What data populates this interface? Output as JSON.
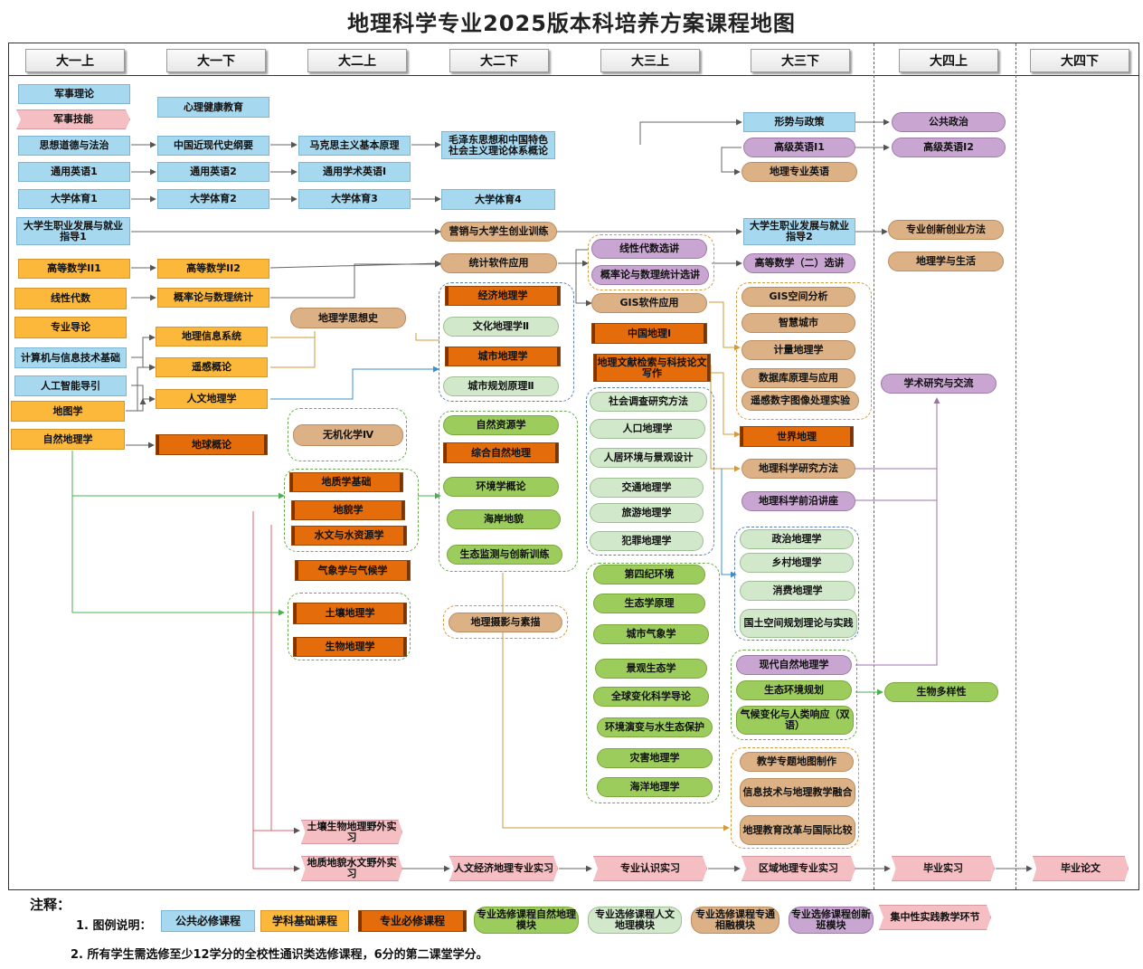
{
  "title": "地理科学专业2025版本科培养方案课程地图",
  "semesters": [
    "大一上",
    "大一下",
    "大二上",
    "大二下",
    "大三上",
    "大三下",
    "大四上",
    "大四下"
  ],
  "colors": {
    "public_required": "#a6d8ef",
    "discipline_basic": "#fbb83a",
    "major_required": "#e46c0a",
    "elective_natural": "#9ccc5c",
    "elective_human": "#d2e8cb",
    "elective_normal": "#dbb185",
    "elective_innovation": "#c9a6d2",
    "practice": "#f5bec2"
  },
  "courses": {
    "c1": "军事理论",
    "c2": "军事技能",
    "c3": "心理健康教育",
    "c4": "思想道德与法治",
    "c5": "中国近现代史纲要",
    "c6": "马克思主义基本原理",
    "c7": "毛泽东思想和中国特色社会主义理论体系概论",
    "c8": "形势与政策",
    "c9": "公共政治",
    "c10": "高级英语I1",
    "c11": "高级英语I2",
    "c12": "地理专业英语",
    "c13": "通用英语1",
    "c14": "通用英语2",
    "c15": "通用学术英语I",
    "c16": "大学体育1",
    "c17": "大学体育2",
    "c18": "大学体育3",
    "c19": "大学体育4",
    "c20": "大学生职业发展与就业指导1",
    "c21": "营销与大学生创业训练",
    "c22": "大学生职业发展与就业指导2",
    "c23": "专业创新创业方法",
    "c24": "线性代数选讲",
    "c25": "高等数学II1",
    "c26": "高等数学II2",
    "c27": "统计软件应用",
    "c28": "概率论与数理统计选讲",
    "c29": "高等数学（二）选讲",
    "c30": "地理学与生活",
    "c31": "线性代数",
    "c32": "概率论与数理统计",
    "c33": "经济地理学",
    "c34": "GIS软件应用",
    "c35": "GIS空间分析",
    "c36": "专业导论",
    "c37": "地理学思想史",
    "c38": "文化地理学Ⅱ",
    "c39": "智慧城市",
    "c40": "地理信息系统",
    "c41": "中国地理Ⅰ",
    "c42": "计算机与信息技术基础",
    "c43": "城市地理学",
    "c44": "计量地理学",
    "c45": "遥感概论",
    "c46": "地理文献检索与科技论文写作",
    "c47": "数据库原理与应用",
    "c48": "人工智能导引",
    "c49": "城市规划原理Ⅱ",
    "c50": "学术研究与交流",
    "c51": "遥感数字图像处理实验",
    "c52": "人文地理学",
    "c53": "社会调查研究方法",
    "c54": "地图学",
    "c55": "人口地理学",
    "c56": "无机化学Ⅳ",
    "c57": "自然资源学",
    "c58": "世界地理",
    "c59": "自然地理学",
    "c60": "地球概论",
    "c61": "综合自然地理",
    "c62": "人居环境与景观设计",
    "c63": "地理科学研究方法",
    "c64": "地质学基础",
    "c65": "环境学概论",
    "c66": "交通地理学",
    "c67": "地理科学前沿讲座",
    "c68": "地貌学",
    "c69": "旅游地理学",
    "c70": "海岸地貌",
    "c71": "水文与水资源学",
    "c72": "政治地理学",
    "c73": "犯罪地理学",
    "c74": "生态监测与创新训练",
    "c75": "乡村地理学",
    "c76": "气象学与气候学",
    "c77": "第四纪环境",
    "c78": "消费地理学",
    "c79": "生态学原理",
    "c80": "土壤地理学",
    "c81": "地理摄影与素描",
    "c82": "国土空间规划理论与实践",
    "c83": "城市气象学",
    "c84": "生物地理学",
    "c85": "现代自然地理学",
    "c86": "景观生态学",
    "c87": "生态环境规划",
    "c88": "生物多样性",
    "c89": "全球变化科学导论",
    "c90": "气候变化与人类响应（双语）",
    "c91": "环境演变与水生态保护",
    "c92": "灾害地理学",
    "c93": "教学专题地图制作",
    "c94": "海洋地理学",
    "c95": "信息技术与地理教学融合",
    "c96": "土壤生物地理野外实习",
    "c97": "地理教育改革与国际比较",
    "c98": "地质地貌水文野外实习",
    "c99": "人文经济地理专业实习",
    "c100": "专业认识实习",
    "c101": "区域地理专业实习",
    "c102": "毕业实习",
    "c103": "毕业论文"
  },
  "notes": {
    "label": "注释：",
    "legend_label": "1. 图例说明：",
    "legend": [
      "公共必修课程",
      "学科基础课程",
      "专业必修课程",
      "专业选修课程自然地理模块",
      "专业选修课程人文地理模块",
      "专业选修课程专通相融模块",
      "专业选修课程创新班模块",
      "集中性实践教学环节"
    ],
    "note2": "2. 所有学生需选修至少12学分的全校性通识类选修课程，6分的第二课堂学分。"
  }
}
